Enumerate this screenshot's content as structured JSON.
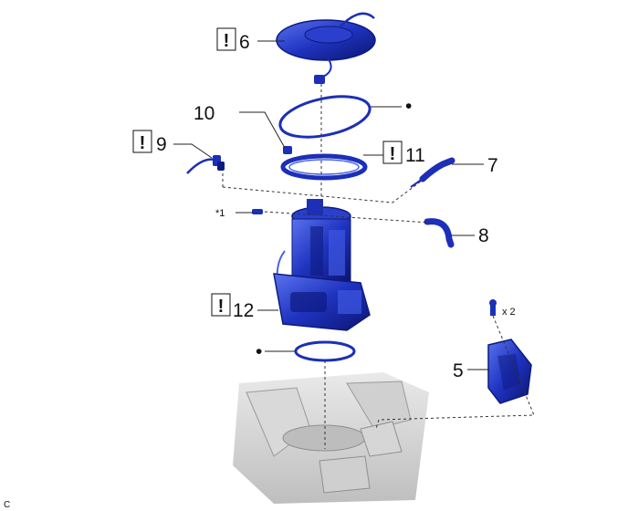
{
  "callouts": {
    "c5": "5",
    "c6": "6",
    "c7": "7",
    "c8": "8",
    "c9": "9",
    "c10": "10",
    "c11": "11",
    "c12": "12",
    "star1": "*1",
    "qty": "x 2",
    "dot_a": "•",
    "dot_b": "•",
    "bang": "!"
  },
  "footer": {
    "code": "C"
  },
  "colors": {
    "part_blue": "#1b2fb8",
    "part_dark": "#0d1a80",
    "part_light": "#4a63e6",
    "vehicle_gray": "#c9c9c9",
    "leader": "#222222"
  }
}
